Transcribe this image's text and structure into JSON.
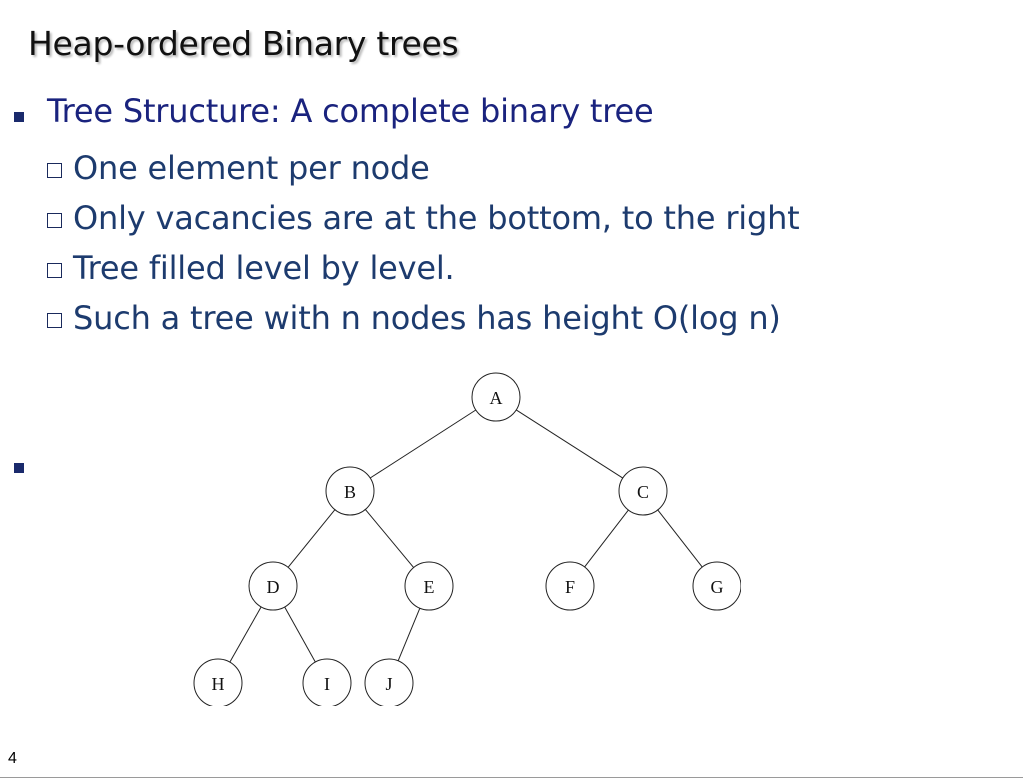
{
  "slide": {
    "title": "Heap-ordered Binary trees",
    "bullets": [
      {
        "text": "Tree Structure:  A complete binary tree",
        "subitems": [
          "One element per node",
          "Only vacancies are at the bottom, to the right",
          "Tree filled level by level.",
          "Such a tree with n nodes has height O(log n)"
        ]
      },
      {
        "text": ""
      }
    ],
    "page_number": "4"
  },
  "tree": {
    "nodes": [
      {
        "id": "A",
        "label": "A",
        "level": 0
      },
      {
        "id": "B",
        "label": "B",
        "level": 1
      },
      {
        "id": "C",
        "label": "C",
        "level": 1
      },
      {
        "id": "D",
        "label": "D",
        "level": 2
      },
      {
        "id": "E",
        "label": "E",
        "level": 2
      },
      {
        "id": "F",
        "label": "F",
        "level": 2
      },
      {
        "id": "G",
        "label": "G",
        "level": 2
      },
      {
        "id": "H",
        "label": "H",
        "level": 3
      },
      {
        "id": "I",
        "label": "I",
        "level": 3
      },
      {
        "id": "J",
        "label": "J",
        "level": 3
      }
    ],
    "edges": [
      [
        "A",
        "B"
      ],
      [
        "A",
        "C"
      ],
      [
        "B",
        "D"
      ],
      [
        "B",
        "E"
      ],
      [
        "C",
        "F"
      ],
      [
        "C",
        "G"
      ],
      [
        "D",
        "H"
      ],
      [
        "D",
        "I"
      ],
      [
        "E",
        "J"
      ]
    ],
    "colors": {
      "stroke": "#222222",
      "fill": "#ffffff"
    }
  }
}
